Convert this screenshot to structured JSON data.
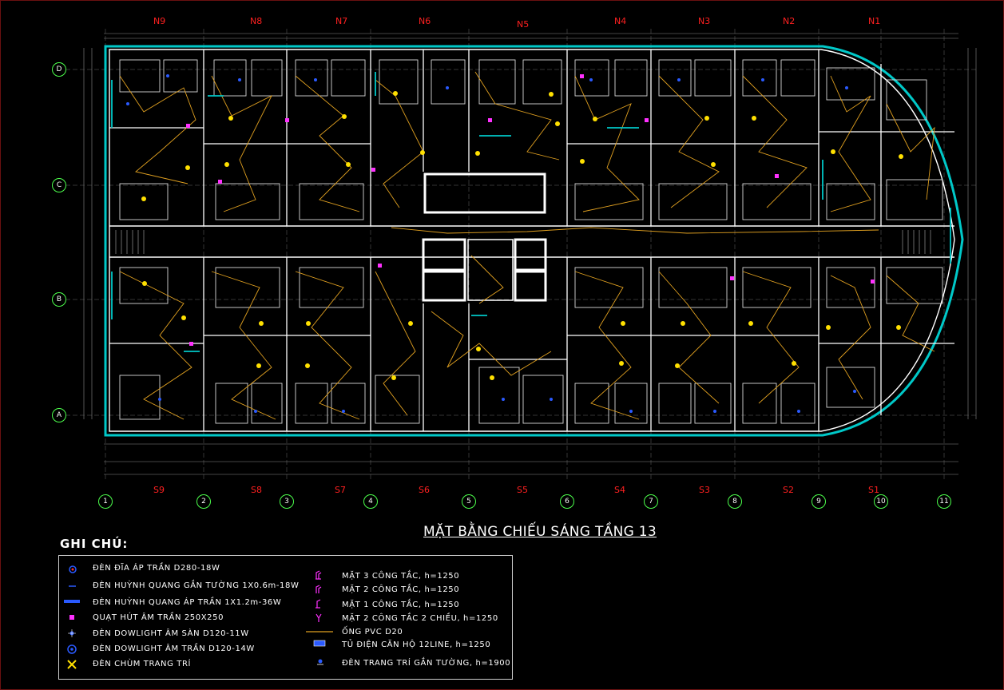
{
  "plan": {
    "title": "MẶT BẰNG CHIẾU SÁNG TẦNG 13",
    "axes_top": [
      "N9",
      "N8",
      "N7",
      "N6",
      "N5",
      "N4",
      "N3",
      "N2",
      "N1"
    ],
    "axes_bottom": [
      "S9",
      "S8",
      "S7",
      "S6",
      "S5",
      "S4",
      "S3",
      "S2",
      "S1"
    ],
    "grid_numbers": [
      "1",
      "2",
      "3",
      "4",
      "5",
      "6",
      "7",
      "8",
      "9",
      "10",
      "11"
    ],
    "grid_letters": [
      "D",
      "C",
      "B",
      "A"
    ],
    "colors": {
      "walls": "#ffffff",
      "facade": "#00c8c8",
      "wiring": "#e0a020",
      "axes": "#ff2020",
      "bubbles": "#4cff4c"
    }
  },
  "legend": {
    "heading": "GHI CHÚ:",
    "left_items": [
      "ĐÈN ĐĨA ÁP TRẦN D280-18W",
      "ĐÈN HUỲNH QUANG GẮN TƯỜNG 1X0.6m-18W",
      "ĐÈN HUỲNH QUANG ÁP TRẦN 1X1.2m-36W",
      "QUẠT HÚT ÂM TRẦN 250X250",
      "ĐÈN DOWLIGHT ÂM SÀN D120-11W",
      "ĐÈN DOWLIGHT ÂM TRẦN D120-14W",
      "ĐÈN CHÙM TRANG TRÍ"
    ],
    "right_items": [
      "MẶT 3 CÔNG TẮC, h=1250",
      "MẶT 2 CÔNG TẮC, h=1250",
      "MẶT 1 CÔNG TẮC, h=1250",
      "MẶT 2 CÔNG TẮC 2 CHIỀU, h=1250",
      "ỐNG PVC D20",
      "TỦ ĐIỆN CĂN HỘ 12LINE, h=1250",
      "ĐÈN TRANG TRÍ GẮN TƯỜNG, h=1900"
    ]
  }
}
